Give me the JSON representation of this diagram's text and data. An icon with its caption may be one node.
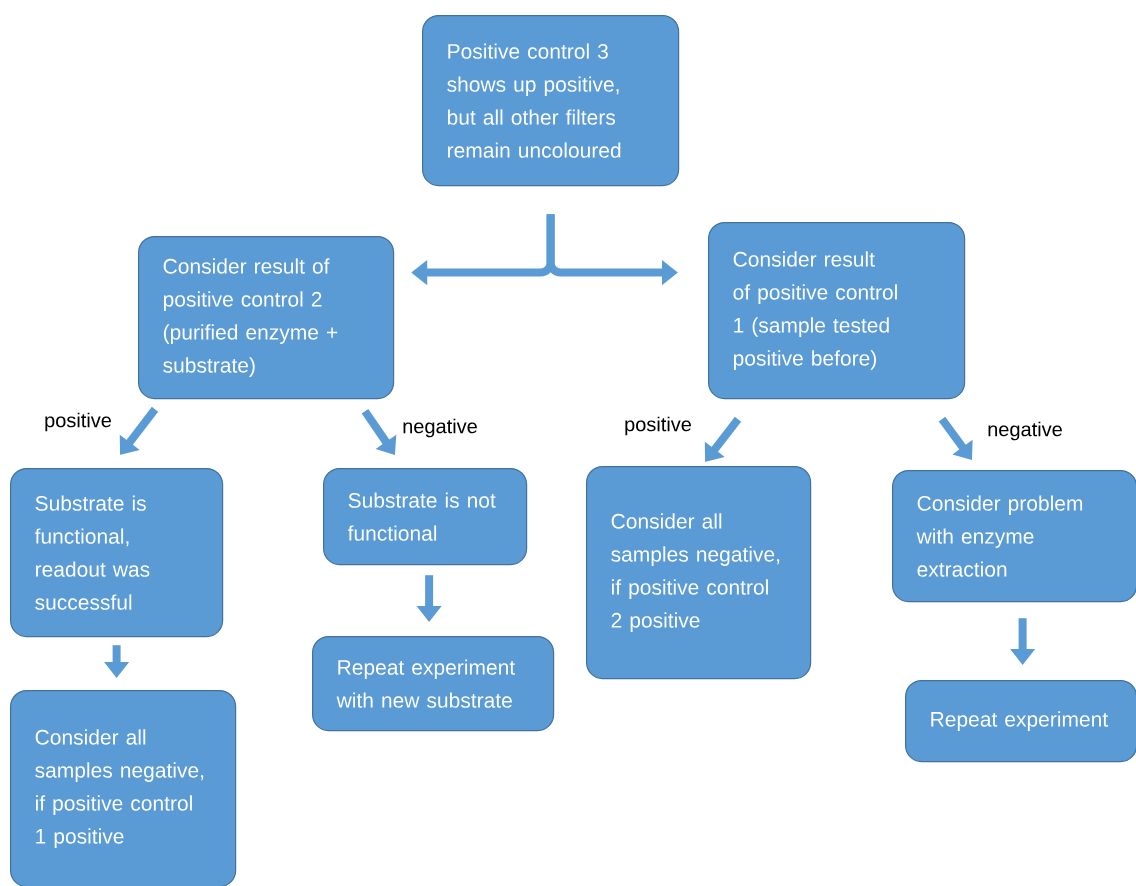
{
  "diagram": {
    "nodes": [
      {
        "text": [
          "Positive control 3 shows up positive, but all other filters remain uncoloured"
        ]
      },
      {
        "text": [
          "Consider result of positive control 2 (purified enzyme + substrate)"
        ]
      },
      {
        "text": [
          "Consider result of positive control 1 (sample tested positive before)"
        ]
      },
      {
        "text": [
          "Substrate is functional, readout was successful"
        ]
      },
      {
        "text": [
          "Substrate is not functional"
        ]
      },
      {
        "text": [
          "Consider all samples negative, if positive control 2 positive"
        ]
      },
      {
        "text": [
          "Consider problem with enzyme extraction"
        ]
      },
      {
        "text": [
          "Consider all samples negative, if positive control 1 positive"
        ]
      },
      {
        "text": [
          "Repeat experiment with new substrate"
        ]
      },
      {
        "text": [
          "Repeat experiment"
        ]
      }
    ],
    "edges": [
      {
        "from": 0,
        "to": 1,
        "arrow": "to"
      },
      {
        "from": 0,
        "to": 2,
        "arrow": "to"
      },
      {
        "from": 1,
        "to": 3,
        "arrow": "to",
        "label": "positive"
      },
      {
        "from": 1,
        "to": 4,
        "arrow": "to",
        "label": "negative"
      },
      {
        "from": 2,
        "to": 5,
        "arrow": "to",
        "label": "positive"
      },
      {
        "from": 2,
        "to": 6,
        "arrow": "to",
        "label": "negative"
      },
      {
        "from": 3,
        "to": 7,
        "arrow": "to"
      },
      {
        "from": 4,
        "to": 8,
        "arrow": "to"
      },
      {
        "from": 6,
        "to": 9,
        "arrow": "to"
      }
    ]
  }
}
